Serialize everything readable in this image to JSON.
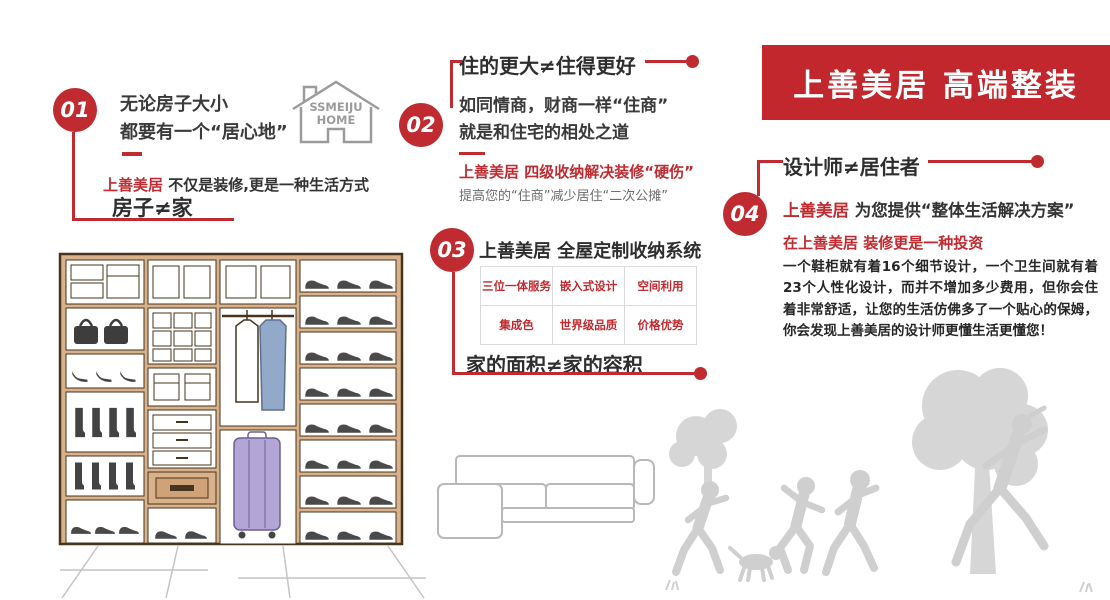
{
  "colors": {
    "red": "#bf2b30",
    "banner": "#c2272d",
    "wood": "#d9b28b",
    "dark_text": "#333333",
    "gray_text": "#6b6b6b",
    "silhouette": "#d6d6d6"
  },
  "icons": {
    "home_logo": "house-outline",
    "wardrobe": "wardrobe-line-illustration",
    "sofa": "sofa-line-illustration",
    "family": "family-running-silhouette"
  },
  "banner": {
    "title": "上善美居 高端整装"
  },
  "logo": {
    "line1": "SSMEIJU",
    "line2": "HOME"
  },
  "s01": {
    "num": "01",
    "intro_line1": "无论房子大小",
    "intro_line2": "都要有一个“居心地”",
    "slogan_red": "上善美居",
    "slogan_rest": "不仅是装修,更是一种生活方式",
    "headline": "房子≠家"
  },
  "s02": {
    "num": "02",
    "title": "住的更大≠住得更好",
    "body_line1": "如同情商，财商一样“住商”",
    "body_line2": "就是和住宅的相处之道",
    "highlight": "上善美居 四级收纳解决装修“硬伤”",
    "note": "提高您的“住商”减少居住“二次公摊”"
  },
  "s03": {
    "num": "03",
    "title": "上善美居 全屋定制收纳系统",
    "cells": [
      "三位一体服务",
      "嵌入式设计",
      "空间利用",
      "集成色",
      "世界级品质",
      "价格优势"
    ],
    "headline": "家的面积≠家的容积"
  },
  "s04": {
    "num": "04",
    "title": "设计师≠居住者",
    "lead_red": "上善美居",
    "lead_rest": " 为您提供“整体生活解决方案”",
    "invest": "在上善美居 装修更是一种投资",
    "paragraph": "一个鞋柜就有着16个细节设计，一个卫生间就有着23个人性化设计，而并不增加多少费用，但你会住着非常舒适，让您的生活仿佛多了一个贴心的保姆，你会发现上善美居的设计师更懂生活更懂您！"
  }
}
